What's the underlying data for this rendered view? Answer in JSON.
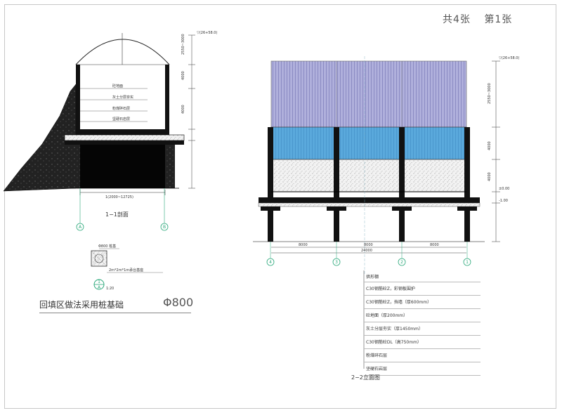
{
  "sheet_info": {
    "total": "共4张",
    "page": "第1张"
  },
  "section_1": {
    "title": "1−1剖面",
    "layer_labels": [
      "砼地面",
      "灰土分层夯实",
      "粉煤碎石层",
      "坚硬石岩层"
    ],
    "axis_a": "A",
    "axis_b": "B",
    "elevations": [
      "▽(26+58.0)",
      "2550~3000",
      "4000",
      "4000"
    ],
    "width_label": "1(2000~12725)"
  },
  "pile_detail": {
    "pile_label": "Φ800 桩基",
    "cap_label": "2m*2m*1m承台基座",
    "scale": "1:20",
    "callout_top": "1",
    "callout_bottom": "A"
  },
  "note": {
    "text": "回填区做法采用桩基础",
    "diameter": "Φ800"
  },
  "section_2": {
    "title": "2−2立面图",
    "axes": [
      "4",
      "3",
      "2",
      "1"
    ],
    "span_labels": [
      "8000",
      "8000",
      "8000"
    ],
    "total_label": "24000",
    "elevations": [
      "▽(26+58.0)",
      "2550~3000",
      "4000",
      "4000",
      "±0.00",
      "-1.00"
    ]
  },
  "legend_rows": [
    "拱形棚",
    "C30钢筋砼Z，彩钢板围护",
    "C30钢筋砼Z，挡墙（厚600mm）",
    "砼地面（厚200mm）",
    "灰土分层夯实（厚1450mm）",
    "C30钢筋砼DL（高750mm）",
    "粉煤碎石层",
    "坚硬石岩层"
  ],
  "colors": {
    "roof": "#a8a8d8",
    "wall_blue": "#5aa9dc",
    "fill_dots": "#e8e8e8",
    "concrete": "#111111",
    "axis_green": "#2aa87a"
  }
}
